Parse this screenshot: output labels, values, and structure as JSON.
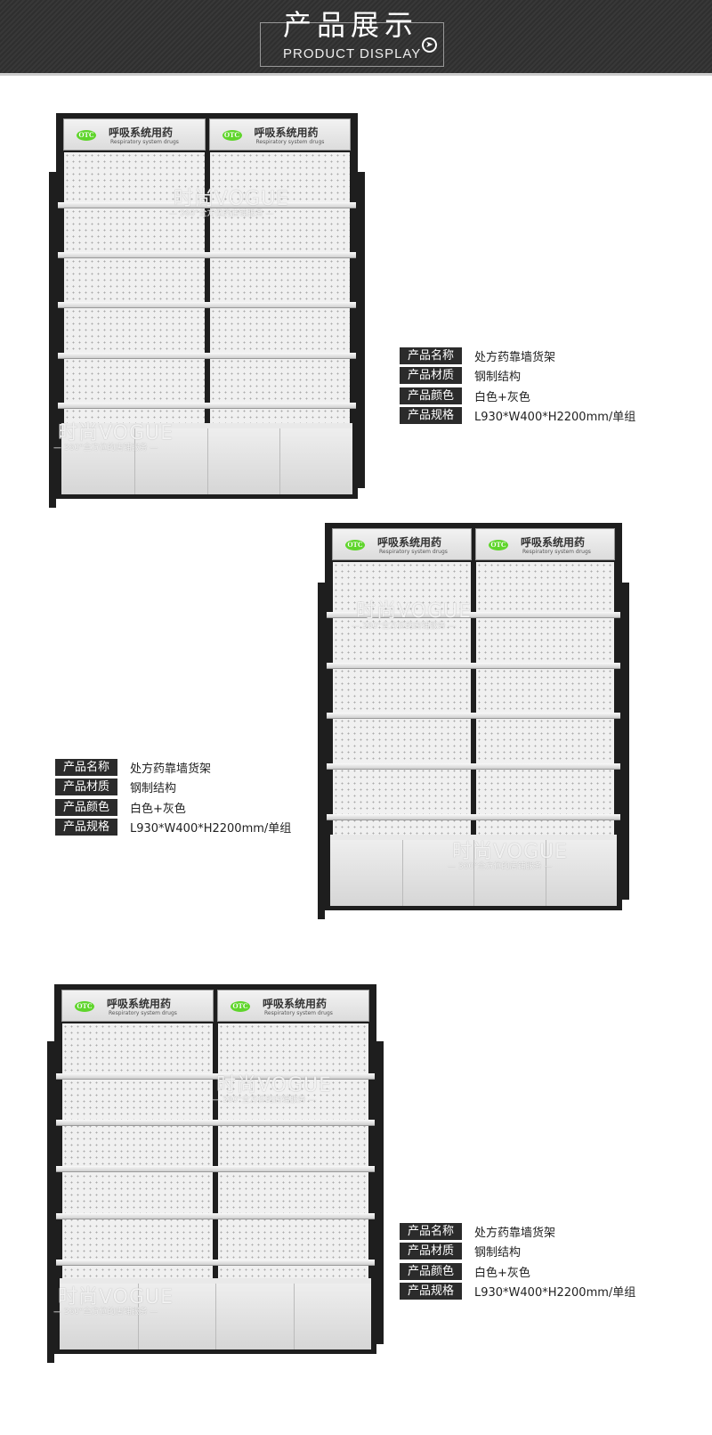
{
  "header": {
    "title_cn": "产品展示",
    "title_en": "PRODUCT DISPLAY",
    "arrow_icon": "circle-chevron-right-icon"
  },
  "rack_sign": {
    "badge": "OTC",
    "name_cn": "呼吸系统用药",
    "name_en": "Respiratory system drugs"
  },
  "watermark": {
    "brand": "时尚VOGUE",
    "slogan": "— 360°全方位的店铺服务 —"
  },
  "colors": {
    "header_bg": "#333333",
    "label_bg": "#2b2b2b",
    "otc_green": "#5fd52b"
  },
  "specs": [
    {
      "label": "产品名称",
      "value": "处方药靠墙货架"
    },
    {
      "label": "产品材质",
      "value": "钢制结构"
    },
    {
      "label": "产品颜色",
      "value": "白色+灰色"
    },
    {
      "label": "产品规格",
      "value": "L930*W400*H2200mm/单组"
    }
  ]
}
